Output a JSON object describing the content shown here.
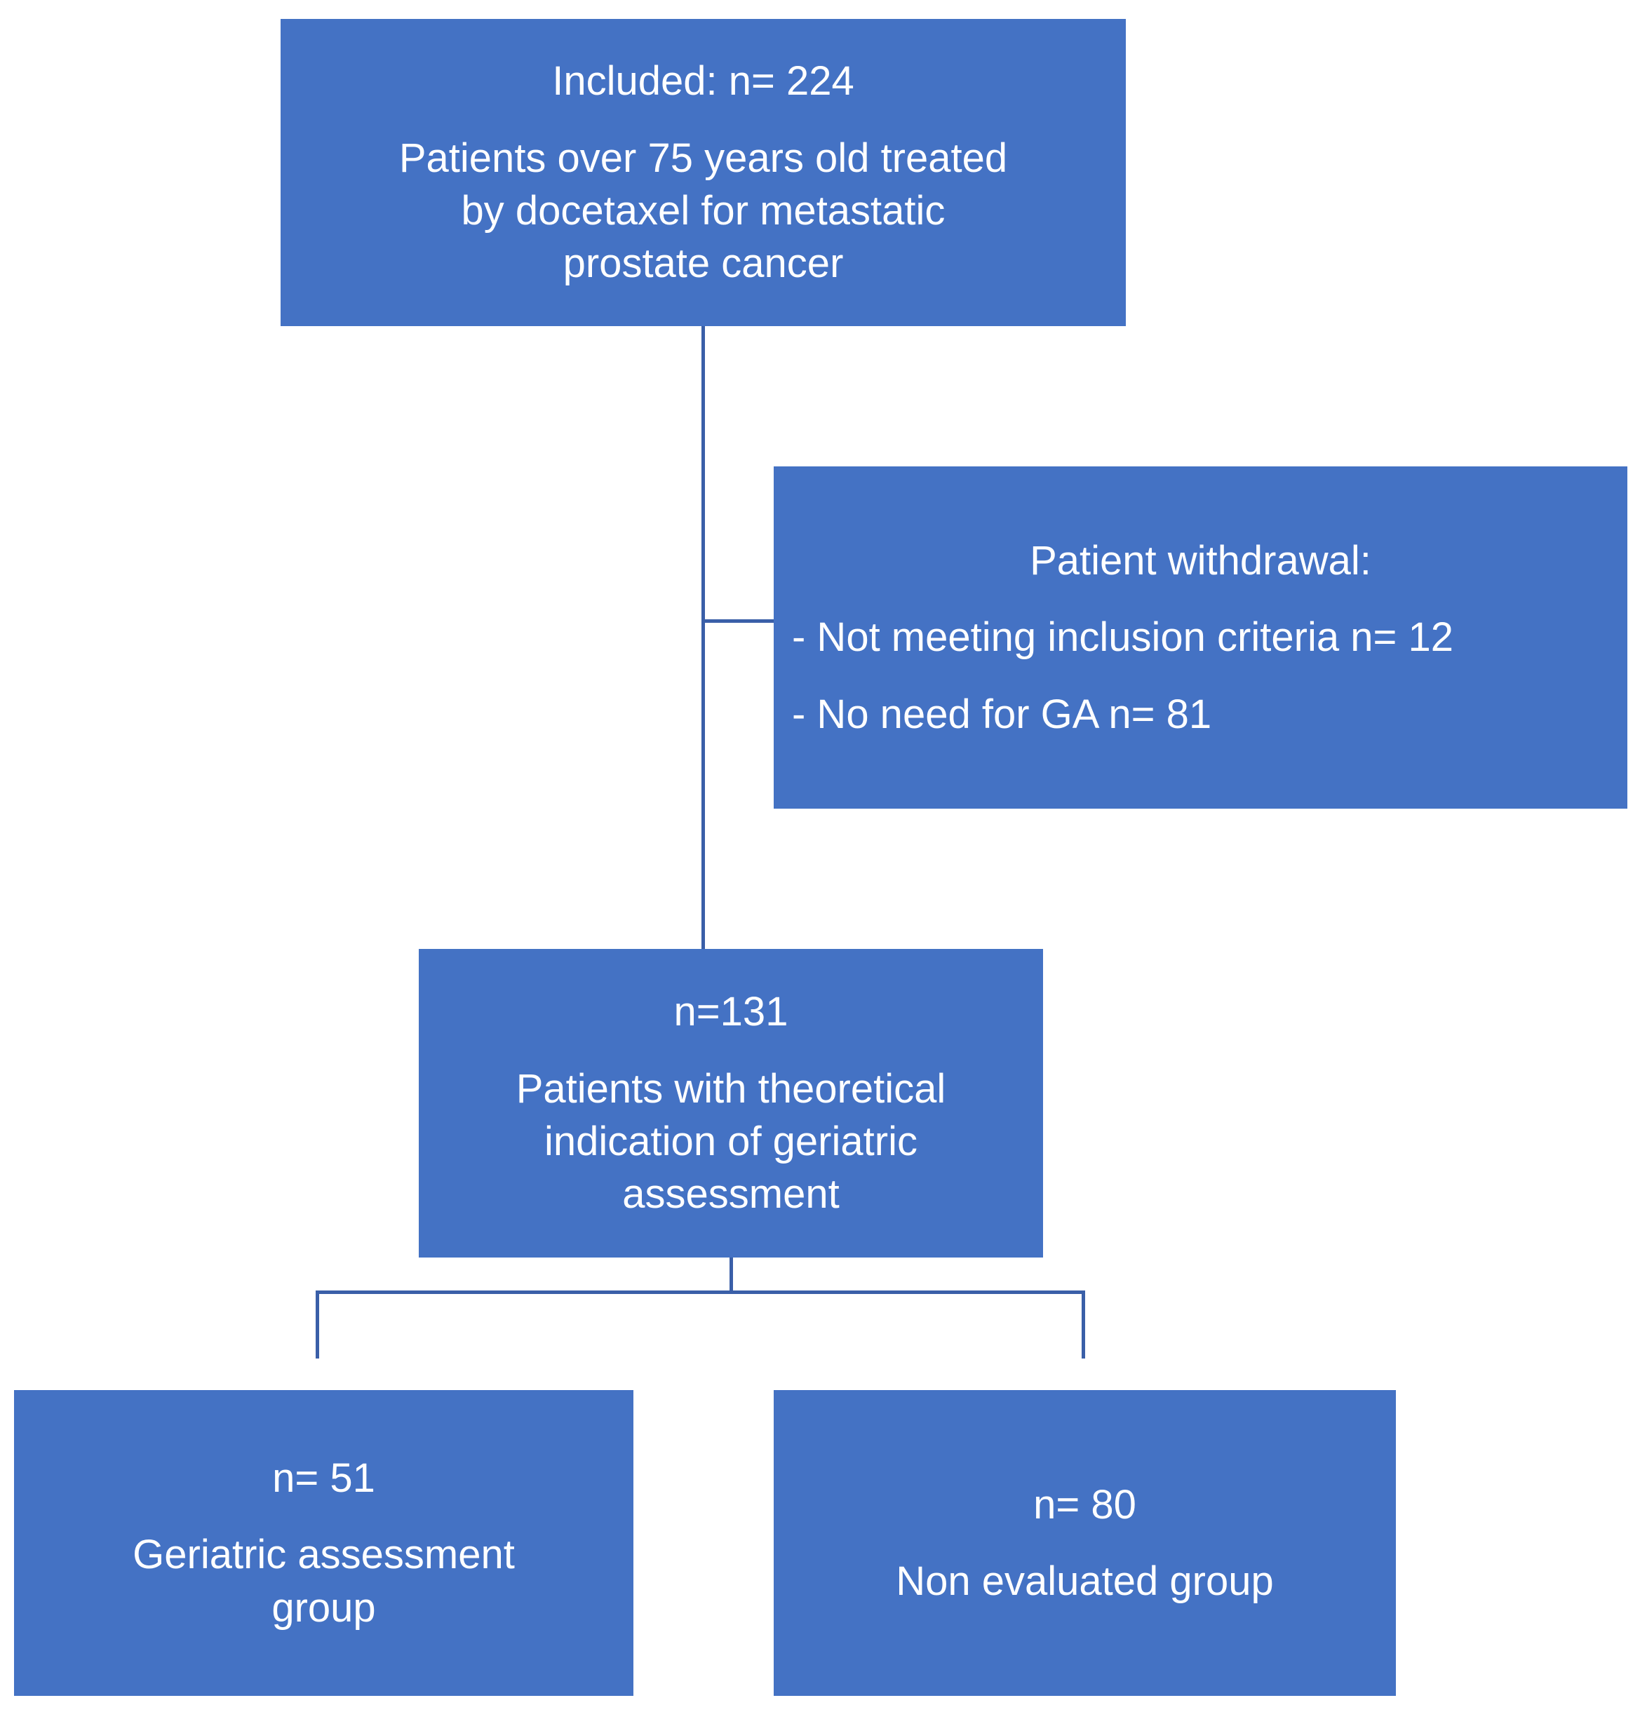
{
  "diagram": {
    "type": "flowchart",
    "title": "Study population flow diagram",
    "accent_color": "#4472C4",
    "connector_color": "#3A5FA8",
    "text_color": "#FFFFFF",
    "background_color": "#FFFFFF",
    "nodes": [
      {
        "id": "included",
        "name": "included-box",
        "heading": "Included: n= 224",
        "lines": [
          "Patients over 75 years old treated",
          "by docetaxel for metastatic",
          "prostate cancer"
        ],
        "count": 224
      },
      {
        "id": "withdrawal",
        "name": "withdrawal-box",
        "heading": "Patient withdrawal:",
        "lines": [
          "- Not meeting inclusion criteria n= 12",
          "- No need for GA n= 81"
        ],
        "items": [
          {
            "label": "Not meeting inclusion criteria",
            "count": 12
          },
          {
            "label": "No need for GA",
            "count": 81
          }
        ]
      },
      {
        "id": "eligible",
        "name": "eligible-box",
        "heading": "n=131",
        "lines": [
          "Patients with theoretical",
          "indication of geriatric",
          "assessment"
        ],
        "count": 131
      },
      {
        "id": "ga-group",
        "name": "geriatric-assessment-group-box",
        "heading": "n= 51",
        "lines": [
          "Geriatric assessment",
          "group"
        ],
        "count": 51
      },
      {
        "id": "non-evaluated-group",
        "name": "non-evaluated-group-box",
        "heading": "n= 80",
        "lines": [
          "Non evaluated group"
        ],
        "count": 80
      }
    ],
    "edges": [
      {
        "from": "included",
        "to": "eligible",
        "style": "straight"
      },
      {
        "from": "included",
        "to": "withdrawal",
        "style": "elbow-right"
      },
      {
        "from": "eligible",
        "to": "ga-group",
        "style": "split-left"
      },
      {
        "from": "eligible",
        "to": "non-evaluated-group",
        "style": "split-right"
      }
    ]
  }
}
